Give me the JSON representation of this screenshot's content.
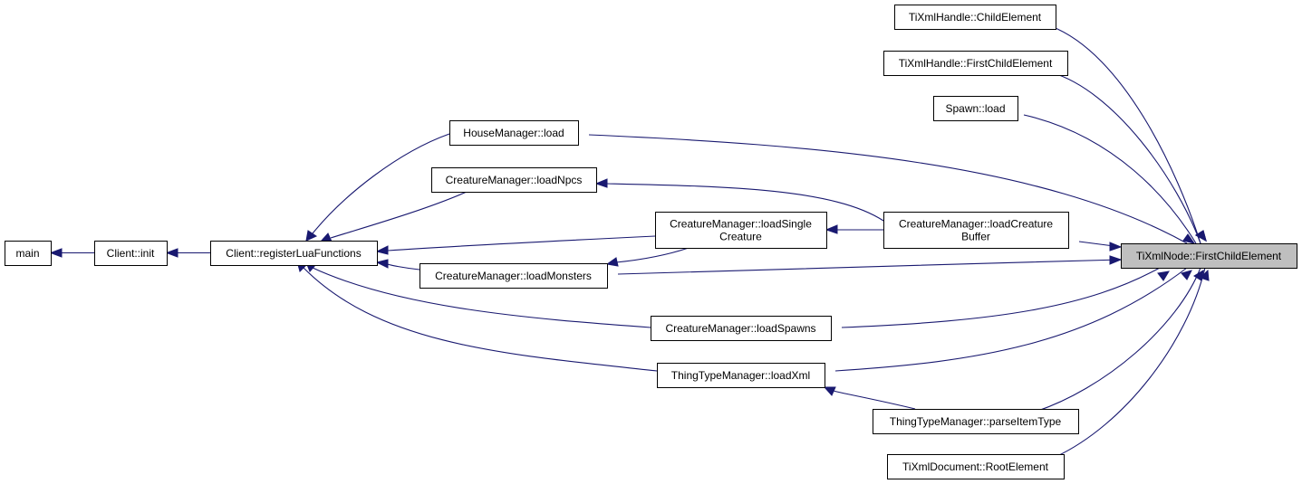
{
  "diagram": {
    "type": "call-graph",
    "colors": {
      "edge": "#191970",
      "node_border": "#000000",
      "node_fill": "#ffffff",
      "focus_fill": "#bfbfbf"
    },
    "nodes": [
      {
        "id": "main",
        "label": "main"
      },
      {
        "id": "client_init",
        "label": "Client::init"
      },
      {
        "id": "register_lua",
        "label": "Client::registerLuaFunctions"
      },
      {
        "id": "house_load",
        "label": "HouseManager::load"
      },
      {
        "id": "load_npcs",
        "label": "CreatureManager::loadNpcs"
      },
      {
        "id": "load_single",
        "label": "CreatureManager::loadSingle\nCreature"
      },
      {
        "id": "load_monsters",
        "label": "CreatureManager::loadMonsters"
      },
      {
        "id": "load_spawns",
        "label": "CreatureManager::loadSpawns"
      },
      {
        "id": "load_xml",
        "label": "ThingTypeManager::loadXml"
      },
      {
        "id": "load_buffer",
        "label": "CreatureManager::loadCreature\nBuffer"
      },
      {
        "id": "parse_item",
        "label": "ThingTypeManager::parseItemType"
      },
      {
        "id": "handle_child",
        "label": "TiXmlHandle::ChildElement"
      },
      {
        "id": "handle_first",
        "label": "TiXmlHandle::FirstChildElement"
      },
      {
        "id": "spawn_load",
        "label": "Spawn::load"
      },
      {
        "id": "doc_root",
        "label": "TiXmlDocument::RootElement"
      },
      {
        "id": "first_child",
        "label": "TiXmlNode::FirstChildElement",
        "focus": true
      }
    ],
    "edges": [
      {
        "from": "client_init",
        "to": "main"
      },
      {
        "from": "register_lua",
        "to": "client_init"
      },
      {
        "from": "house_load",
        "to": "register_lua"
      },
      {
        "from": "load_npcs",
        "to": "register_lua"
      },
      {
        "from": "load_single",
        "to": "register_lua"
      },
      {
        "from": "load_monsters",
        "to": "register_lua"
      },
      {
        "from": "load_spawns",
        "to": "register_lua"
      },
      {
        "from": "load_xml",
        "to": "register_lua"
      },
      {
        "from": "load_buffer",
        "to": "load_npcs"
      },
      {
        "from": "load_buffer",
        "to": "load_single"
      },
      {
        "from": "load_single",
        "to": "load_monsters"
      },
      {
        "from": "parse_item",
        "to": "load_xml"
      },
      {
        "from": "first_child",
        "to": "handle_child"
      },
      {
        "from": "first_child",
        "to": "handle_first"
      },
      {
        "from": "first_child",
        "to": "spawn_load"
      },
      {
        "from": "first_child",
        "to": "house_load"
      },
      {
        "from": "first_child",
        "to": "load_buffer"
      },
      {
        "from": "first_child",
        "to": "load_monsters"
      },
      {
        "from": "first_child",
        "to": "load_spawns"
      },
      {
        "from": "first_child",
        "to": "load_xml"
      },
      {
        "from": "first_child",
        "to": "parse_item"
      },
      {
        "from": "first_child",
        "to": "doc_root"
      }
    ]
  }
}
